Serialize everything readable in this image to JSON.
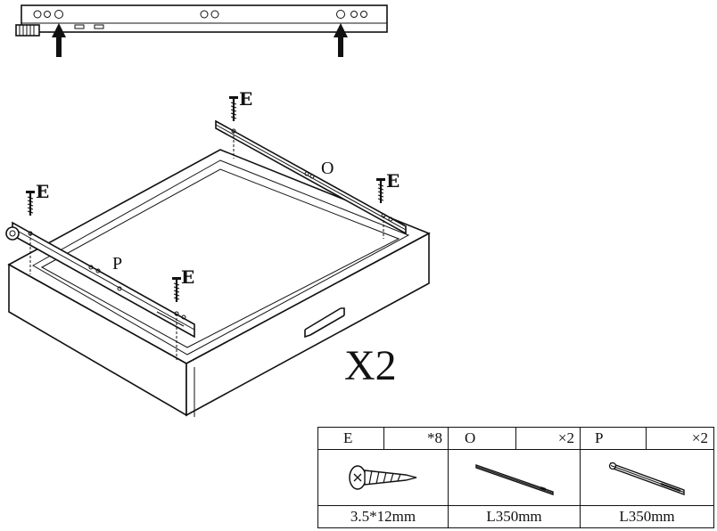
{
  "diagram": {
    "screw_label": "E",
    "rail_right_label": "O",
    "rail_left_label": "P",
    "quantity_label": "X2"
  },
  "parts_table": {
    "rows": [
      {
        "code": "E",
        "qty": "*8",
        "size": "3.5*12mm",
        "icon": "screw-icon"
      },
      {
        "code": "O",
        "qty": "×2",
        "size": "L350mm",
        "icon": "rail-o-icon"
      },
      {
        "code": "P",
        "qty": "×2",
        "size": "L350mm",
        "icon": "rail-p-icon"
      }
    ]
  }
}
